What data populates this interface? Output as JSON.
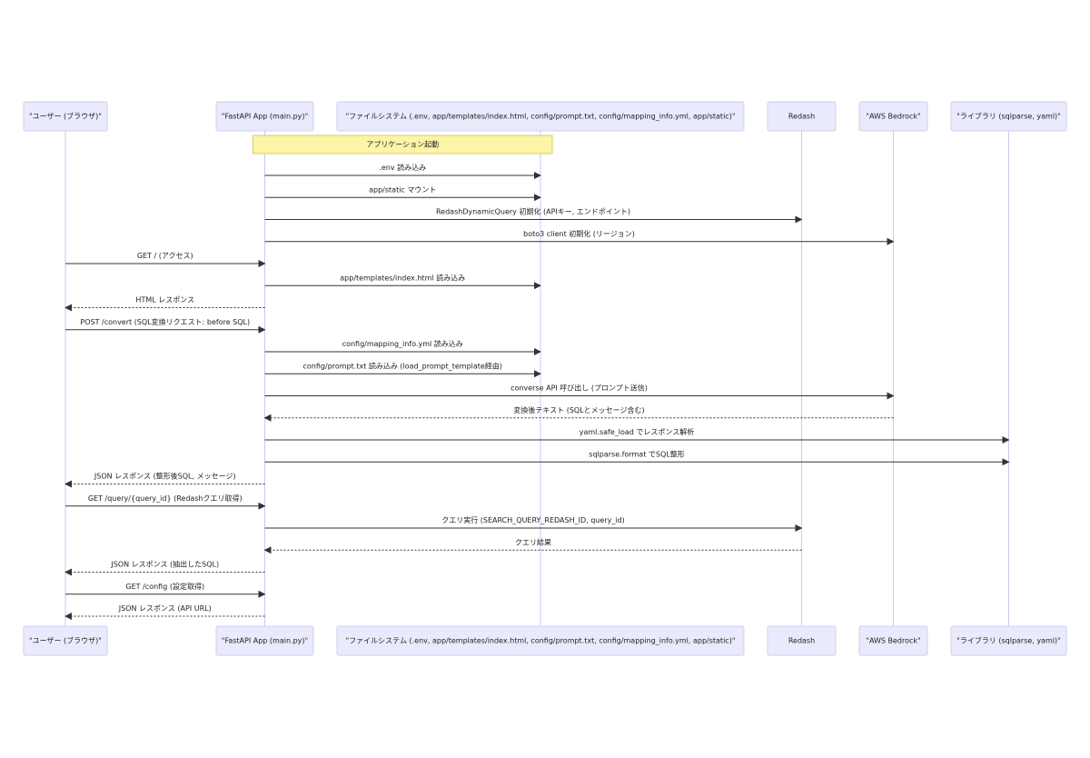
{
  "participants": [
    {
      "id": "user",
      "label": "\"ユーザー (ブラウザ)\""
    },
    {
      "id": "app",
      "label": "\"FastAPI App (main.py)\""
    },
    {
      "id": "fs",
      "label": "\"ファイルシステム (.env, app/templates/index.html, config/prompt.txt, config/mapping_info.yml, app/static)\""
    },
    {
      "id": "redash",
      "label": "Redash"
    },
    {
      "id": "bedrock",
      "label": "\"AWS Bedrock\""
    },
    {
      "id": "lib",
      "label": "\"ライブラリ (sqlparse, yaml)\""
    }
  ],
  "note": {
    "text": "アプリケーション起動",
    "from": "app",
    "to": "fs"
  },
  "messages": [
    {
      "from": "app",
      "to": "fs",
      "text": ".env 読み込み",
      "style": "solid"
    },
    {
      "from": "app",
      "to": "fs",
      "text": "app/static マウント",
      "style": "solid"
    },
    {
      "from": "app",
      "to": "redash",
      "text": "RedashDynamicQuery 初期化 (APIキー, エンドポイント)",
      "style": "solid"
    },
    {
      "from": "app",
      "to": "bedrock",
      "text": "boto3 client 初期化 (リージョン)",
      "style": "solid"
    },
    {
      "from": "user",
      "to": "app",
      "text": "GET / (アクセス)",
      "style": "solid"
    },
    {
      "from": "app",
      "to": "fs",
      "text": "app/templates/index.html 読み込み",
      "style": "solid"
    },
    {
      "from": "app",
      "to": "user",
      "text": "HTML レスポンス",
      "style": "dotted"
    },
    {
      "from": "user",
      "to": "app",
      "text": "POST /convert (SQL変換リクエスト: before SQL)",
      "style": "solid"
    },
    {
      "from": "app",
      "to": "fs",
      "text": "config/mapping_info.yml 読み込み",
      "style": "solid"
    },
    {
      "from": "app",
      "to": "fs",
      "text": "config/prompt.txt 読み込み (load_prompt_template経由)",
      "style": "solid"
    },
    {
      "from": "app",
      "to": "bedrock",
      "text": "converse API 呼び出し (プロンプト送信)",
      "style": "solid"
    },
    {
      "from": "bedrock",
      "to": "app",
      "text": "変換後テキスト (SQLとメッセージ含む)",
      "style": "dotted"
    },
    {
      "from": "app",
      "to": "lib",
      "text": "yaml.safe_load でレスポンス解析",
      "style": "solid"
    },
    {
      "from": "app",
      "to": "lib",
      "text": "sqlparse.format でSQL整形",
      "style": "solid"
    },
    {
      "from": "app",
      "to": "user",
      "text": "JSON レスポンス (整形後SQL, メッセージ)",
      "style": "dotted"
    },
    {
      "from": "user",
      "to": "app",
      "text": "GET /query/{query_id} (Redashクエリ取得)",
      "style": "solid"
    },
    {
      "from": "app",
      "to": "redash",
      "text": "クエリ実行 (SEARCH_QUERY_REDASH_ID, query_id)",
      "style": "solid"
    },
    {
      "from": "redash",
      "to": "app",
      "text": "クエリ結果",
      "style": "dotted"
    },
    {
      "from": "app",
      "to": "user",
      "text": "JSON レスポンス (抽出したSQL)",
      "style": "dotted"
    },
    {
      "from": "user",
      "to": "app",
      "text": "GET /config (設定取得)",
      "style": "solid"
    },
    {
      "from": "app",
      "to": "user",
      "text": "JSON レスポンス (API URL)",
      "style": "dotted"
    }
  ]
}
